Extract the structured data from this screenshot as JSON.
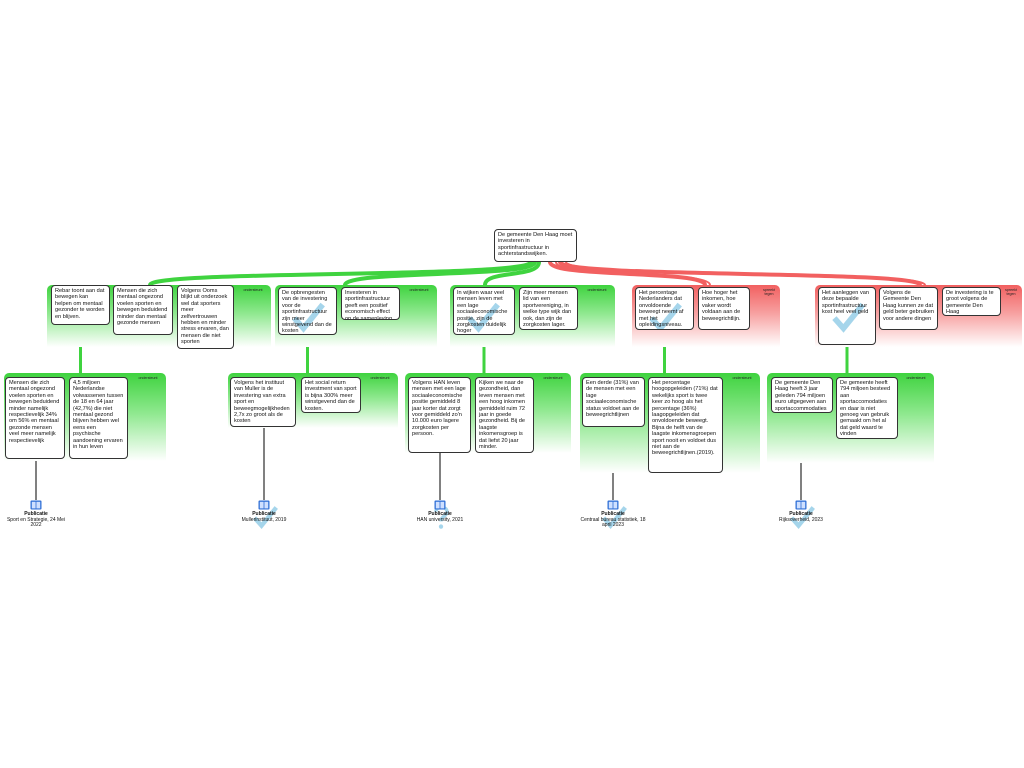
{
  "root": {
    "text": "De gemeente Den Haag moet investeren in sportinfrastructuur in achterstandswijken."
  },
  "colors": {
    "support": "#3fd33f",
    "oppose": "#f26060",
    "check": "#8ecae6",
    "book": "#2f6fd6"
  },
  "level1": [
    {
      "type": "support",
      "tag": "ondersteunt",
      "boxes": [
        "Rebar toont aan dat bewegen kan helpen om mentaal gezonder te worden en blijven.",
        "Mensen die zich mentaal ongezond voelen sporten en bewegen beduidend minder dan mentaal gezonde mensen",
        "Volgens Ooms blijkt uit onderzoek wel dat sporters meer zelfvertrouwen hebben en minder stress ervaren, dan mensen die niet sporten"
      ]
    },
    {
      "type": "support",
      "tag": "ondersteunt",
      "boxes": [
        "De opbrengesten van de investering voor de sportinfrastructuur zijn meer winstgevend dan de kosten",
        "Investeren in sportinfrastructuur geeft een positief economisch effect op de samenleving"
      ]
    },
    {
      "type": "support",
      "tag": "ondersteunt",
      "boxes": [
        "In wijken waar veel mensen leven met een lage sociaaleconomische positie, zijn de zorgkosten duidelijk hoger",
        "Zijn meer mensen lid van een sportvereniging, in welke type wijk dan ook, dan zijn de zorgkosten lager."
      ]
    },
    {
      "type": "oppose",
      "tag": "spreekt tegen",
      "boxes": [
        "Het percentage Nederlanders dat onvoldoende beweegt neemt af met het opleidingsniveau.",
        "Hoe hoger het inkomen, hoe vaker wordt voldaan aan de beweegrichtlijn."
      ]
    },
    {
      "type": "oppose",
      "tag": "spreekt tegen",
      "boxes": [
        "Het aanleggen van deze bepaalde sportinfrastructuur kost heel veel geld",
        "Volgens de Gemeente Den Haag kunnen ze dat geld beter gebruiken voor andere dingen",
        "De investering is te groot volgens de gemeente Den Haag"
      ]
    }
  ],
  "level2": [
    {
      "type": "support",
      "tag": "ondersteunt",
      "boxes": [
        "Mensen die zich mentaal ongezond voelen sporten en bewegen beduidend minder namelijk respectievelijk 34% om 56% en mentaal gezonde mensen veel meer namelijk respectievelijk",
        "4,5 miljoen Nederlandse volwassenen tussen de 18 en 64 jaar (42,7%) die niet mentaal gezond blijven hebben wel eens een psychische aandoening ervaren in hun leven"
      ],
      "publication": {
        "label": "Publicatie",
        "source": "Sport en Strategie, 24 Mei 2022"
      }
    },
    {
      "type": "support",
      "tag": "ondersteunt",
      "boxes": [
        "Volgens het instituut van Muller is de investering van extra sport en beweegmogelijkheden 2,7x zo groot als de kosten",
        "Het social return investment van sport is bijna 300% meer winstgevend dan de kosten."
      ],
      "publication": {
        "label": "Publicatie",
        "source": "Mullerinstituut, 2019"
      }
    },
    {
      "type": "support",
      "tag": "ondersteunt",
      "boxes": [
        "Volgens HAN leven mensen met een lage sociaaleconomische positie gemiddeld 8 jaar korter dat zorgt voor gemiddeld zo'n 10.000 euro lagere zorgkosten per persoon.",
        "Kijken we naar de gezondheid, dan leven mensen met een hoog inkomen gemiddeld ruim 72 jaar in goede gezondheid. Bij de laagste inkomensgroep is dat liefst 20 jaar minder."
      ],
      "publication": {
        "label": "Publicatie",
        "source": "HAN university, 2021"
      }
    },
    {
      "type": "support",
      "tag": "ondersteunt",
      "boxes": [
        "Een derde (31%) van de mensen met een lage sociaaleconomische status voldoet aan de beweegrichtlijnen",
        "Het percentage hoogopgeleiden (71%) dat wekelijks sport is twee keer zo hoog als het percentage (36%) laagopgeleiden dat onvoldoende beweegt. Bijna de helft van de laagste inkomensgroepen sport nooit en voldoet dus niet aan de beweegrichtlijnen.(2019)."
      ],
      "publication": {
        "label": "Publicatie",
        "source": "Centraal bureau statistiek, 18 april 2023"
      }
    },
    {
      "type": "support",
      "tag": "ondersteunt",
      "boxes": [
        "De gemeente Den Haag heeft 3 jaar geleden 794 miljoen euro uitgegeven aan sportaccommodaties",
        "De gemeente heeft 794 miljoen besteed aan sportaccomodaties en daar is niet genoeg van gebruik gemaakt om het al dat geld waard te vinden"
      ],
      "publication": {
        "label": "Publicatie",
        "source": "Rijksoverheid, 2023"
      }
    }
  ]
}
